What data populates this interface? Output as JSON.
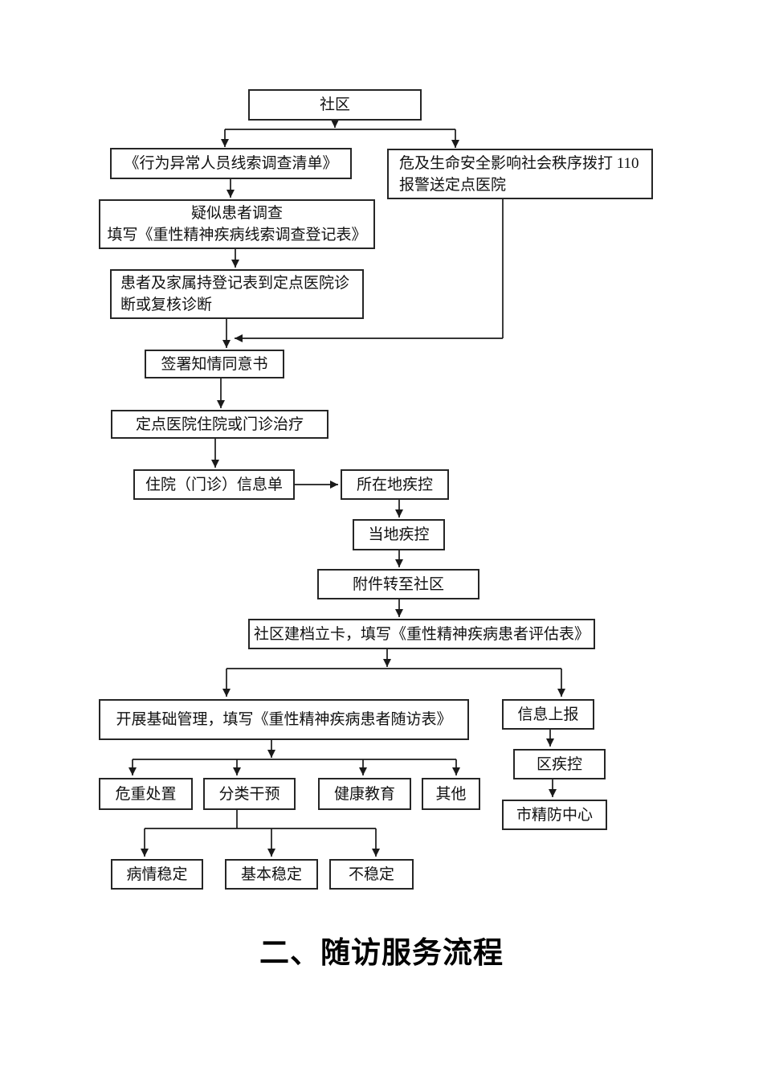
{
  "section_title": "二、随访服务流程",
  "nodes": {
    "community": {
      "label": "社区"
    },
    "clue_checklist": {
      "label": "《行为异常人员线索调查清单》"
    },
    "emergency_110": {
      "line1": "危及生命安全影响社会秩序拨打 110",
      "line2": "报警送定点医院"
    },
    "suspect_survey": {
      "line1": "疑似患者调查",
      "line2": "填写《重性精神疾病线索调查登记表》"
    },
    "hospital_diagnosis": {
      "label": "患者及家属持登记表到定点医院诊断或复核诊断"
    },
    "informed_consent": {
      "label": "签署知情同意书"
    },
    "hospital_treatment": {
      "label": "定点医院住院或门诊治疗"
    },
    "info_sheet": {
      "label": "住院（门诊）信息单"
    },
    "location_cdc": {
      "label": "所在地疾控"
    },
    "local_cdc": {
      "label": "当地疾控"
    },
    "attachment_to_community": {
      "label": "附件转至社区"
    },
    "community_filing": {
      "label": "社区建档立卡，填写《重性精神疾病患者评估表》"
    },
    "basic_management": {
      "label": "开展基础管理，填写《重性精神疾病患者随访表》"
    },
    "info_reporting": {
      "label": "信息上报"
    },
    "critical_handling": {
      "label": "危重处置"
    },
    "classified_intervention": {
      "label": "分类干预"
    },
    "health_education": {
      "label": "健康教育"
    },
    "other": {
      "label": "其他"
    },
    "district_cdc": {
      "label": "区疾控"
    },
    "city_psychiatric_center": {
      "label": "市精防中心"
    },
    "condition_stable": {
      "label": "病情稳定"
    },
    "basically_stable": {
      "label": "基本稳定"
    },
    "unstable": {
      "label": "不稳定"
    }
  }
}
